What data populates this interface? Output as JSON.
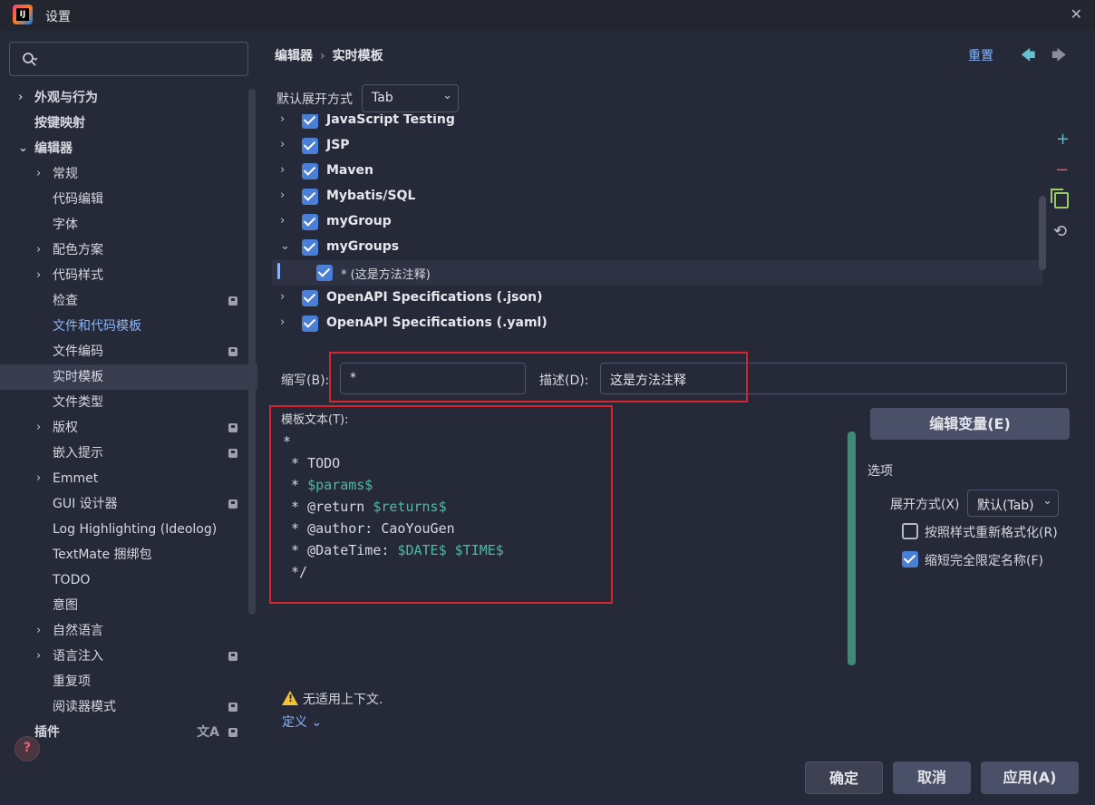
{
  "window": {
    "title": "设置"
  },
  "sidebar": {
    "items": [
      {
        "label": "外观与行为",
        "level": 0,
        "chevron": "›",
        "bold": true
      },
      {
        "label": "按键映射",
        "level": 0,
        "bold": true
      },
      {
        "label": "编辑器",
        "level": 0,
        "chevron": "⌄",
        "bold": true
      },
      {
        "label": "常规",
        "level": 1,
        "chevron": "›"
      },
      {
        "label": "代码编辑",
        "level": 1
      },
      {
        "label": "字体",
        "level": 1
      },
      {
        "label": "配色方案",
        "level": 1,
        "chevron": "›"
      },
      {
        "label": "代码样式",
        "level": 1,
        "chevron": "›"
      },
      {
        "label": "检查",
        "level": 1,
        "badge": true
      },
      {
        "label": "文件和代码模板",
        "level": 1,
        "link": true
      },
      {
        "label": "文件编码",
        "level": 1,
        "badge": true
      },
      {
        "label": "实时模板",
        "level": 1,
        "selected": true
      },
      {
        "label": "文件类型",
        "level": 1
      },
      {
        "label": "版权",
        "level": 1,
        "chevron": "›",
        "badge": true
      },
      {
        "label": "嵌入提示",
        "level": 1,
        "badge": true
      },
      {
        "label": "Emmet",
        "level": 1,
        "chevron": "›"
      },
      {
        "label": "GUI 设计器",
        "level": 1,
        "badge": true
      },
      {
        "label": "Log Highlighting (Ideolog)",
        "level": 1
      },
      {
        "label": "TextMate 捆绑包",
        "level": 1
      },
      {
        "label": "TODO",
        "level": 1
      },
      {
        "label": "意图",
        "level": 1
      },
      {
        "label": "自然语言",
        "level": 1,
        "chevron": "›"
      },
      {
        "label": "语言注入",
        "level": 1,
        "chevron": "›",
        "badge": true
      },
      {
        "label": "重复项",
        "level": 1
      },
      {
        "label": "阅读器模式",
        "level": 1,
        "badge": true
      },
      {
        "label": "插件",
        "level": 0,
        "bold": true,
        "badge": true,
        "translate": "文A"
      }
    ]
  },
  "header": {
    "breadcrumb": [
      "编辑器",
      "实时模板"
    ],
    "separator": "›",
    "reset": "重置",
    "back": "🡄",
    "forward": "🡆"
  },
  "expand": {
    "label": "默认展开方式",
    "value": "Tab",
    "arrow": "⌄"
  },
  "templates": [
    {
      "name": "JavaScript Testing",
      "chevron": "›",
      "checked": true
    },
    {
      "name": "JSP",
      "chevron": "›",
      "checked": true
    },
    {
      "name": "Maven",
      "chevron": "›",
      "checked": true
    },
    {
      "name": "Mybatis/SQL",
      "chevron": "›",
      "checked": true
    },
    {
      "name": "myGroup",
      "chevron": "›",
      "checked": true
    },
    {
      "name": "myGroups",
      "chevron": "⌄",
      "checked": true
    },
    {
      "name": "* (这是方法注释)",
      "child": true,
      "selected": true,
      "checked": true
    },
    {
      "name": "OpenAPI Specifications (.json)",
      "chevron": "›",
      "checked": true
    },
    {
      "name": "OpenAPI Specifications (.yaml)",
      "chevron": "›",
      "checked": true
    }
  ],
  "tools": {
    "add": "+",
    "remove": "−",
    "restore": "⟲"
  },
  "abbreviation": {
    "label": "缩写(B):",
    "value": "*"
  },
  "description": {
    "label": "描述(D):",
    "value": "这是方法注释"
  },
  "template_text": {
    "label": "模板文本(T):",
    "lines": [
      [
        [
          "t",
          "*"
        ]
      ],
      [
        [
          "t",
          " * TODO"
        ]
      ],
      [
        [
          "t",
          " * "
        ],
        [
          "v",
          "$params$"
        ]
      ],
      [
        [
          "t",
          " * @return "
        ],
        [
          "v",
          "$returns$"
        ]
      ],
      [
        [
          "t",
          " * @author: CaoYouGen"
        ]
      ],
      [
        [
          "t",
          " * @DateTime: "
        ],
        [
          "v",
          "$DATE$"
        ],
        [
          "t",
          " "
        ],
        [
          "v",
          "$TIME$"
        ]
      ],
      [
        [
          "t",
          " */"
        ]
      ]
    ]
  },
  "options": {
    "edit_vars": "编辑变量(E)",
    "title": "选项",
    "expand_label": "展开方式(X)",
    "expand_value": "默认(Tab)",
    "reformat": {
      "label": "按照样式重新格式化(R)",
      "checked": false
    },
    "shorten": {
      "label": "缩短完全限定名称(F)",
      "checked": true
    }
  },
  "context": {
    "warning": "无适用上下文.",
    "define": "定义 ⌄"
  },
  "buttons": {
    "ok": "确定",
    "cancel": "取消",
    "apply": "应用(A)"
  }
}
